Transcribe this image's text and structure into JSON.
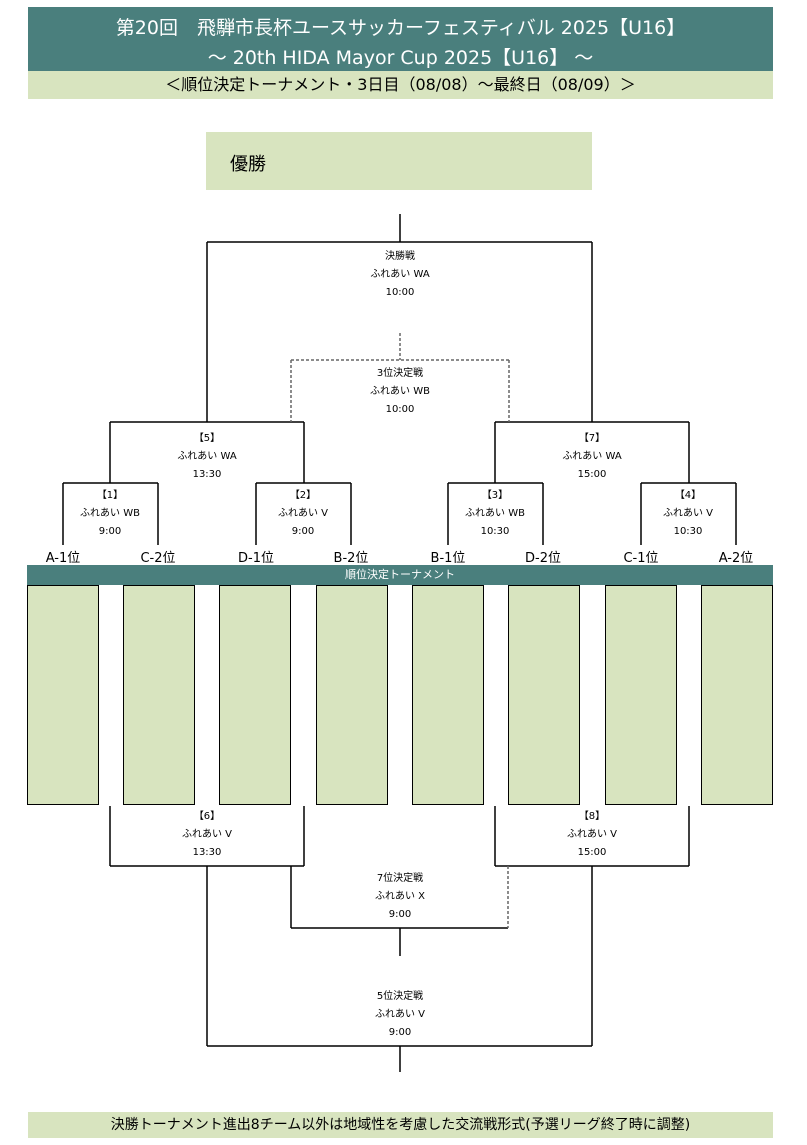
{
  "header": {
    "title_line1": "第20回　飛騨市長杯ユースサッカーフェスティバル 2025【U16】",
    "title_line2": "～ 20th HIDA Mayor Cup 2025【U16】 ～",
    "subtitle": "＜順位決定トーナメント・3日目（08/08）～最終日（08/09）＞"
  },
  "winner_label": "優勝",
  "matches": {
    "final": {
      "name": "決勝戦",
      "venue": "ふれあい WA",
      "time": "10:00"
    },
    "third": {
      "name": "3位決定戦",
      "venue": "ふれあい WB",
      "time": "10:00"
    },
    "m5": {
      "name": "【5】",
      "venue": "ふれあい WA",
      "time": "13:30"
    },
    "m7": {
      "name": "【7】",
      "venue": "ふれあい WA",
      "time": "15:00"
    },
    "m1": {
      "name": "【1】",
      "venue": "ふれあい WB",
      "time": "9:00"
    },
    "m2": {
      "name": "【2】",
      "venue": "ふれあい V",
      "time": "9:00"
    },
    "m3": {
      "name": "【3】",
      "venue": "ふれあい WB",
      "time": "10:30"
    },
    "m4": {
      "name": "【4】",
      "venue": "ふれあい V",
      "time": "10:30"
    },
    "m6": {
      "name": "【6】",
      "venue": "ふれあい V",
      "time": "13:30"
    },
    "m8": {
      "name": "【8】",
      "venue": "ふれあい V",
      "time": "15:00"
    },
    "seventh": {
      "name": "7位決定戦",
      "venue": "ふれあい X",
      "time": "9:00"
    },
    "fifth": {
      "name": "5位決定戦",
      "venue": "ふれあい V",
      "time": "9:00"
    }
  },
  "teams": [
    "A-1位",
    "C-2位",
    "D-1位",
    "B-2位",
    "B-1位",
    "D-2位",
    "C-1位",
    "A-2位"
  ],
  "band_label": "順位決定トーナメント",
  "footer": "決勝トーナメント進出8チーム以外は地域性を考慮した交流戦形式(予選リーグ終了時に調整)",
  "colors": {
    "header_bg": "#4a7f7d",
    "light_bg": "#d8e4bf"
  }
}
